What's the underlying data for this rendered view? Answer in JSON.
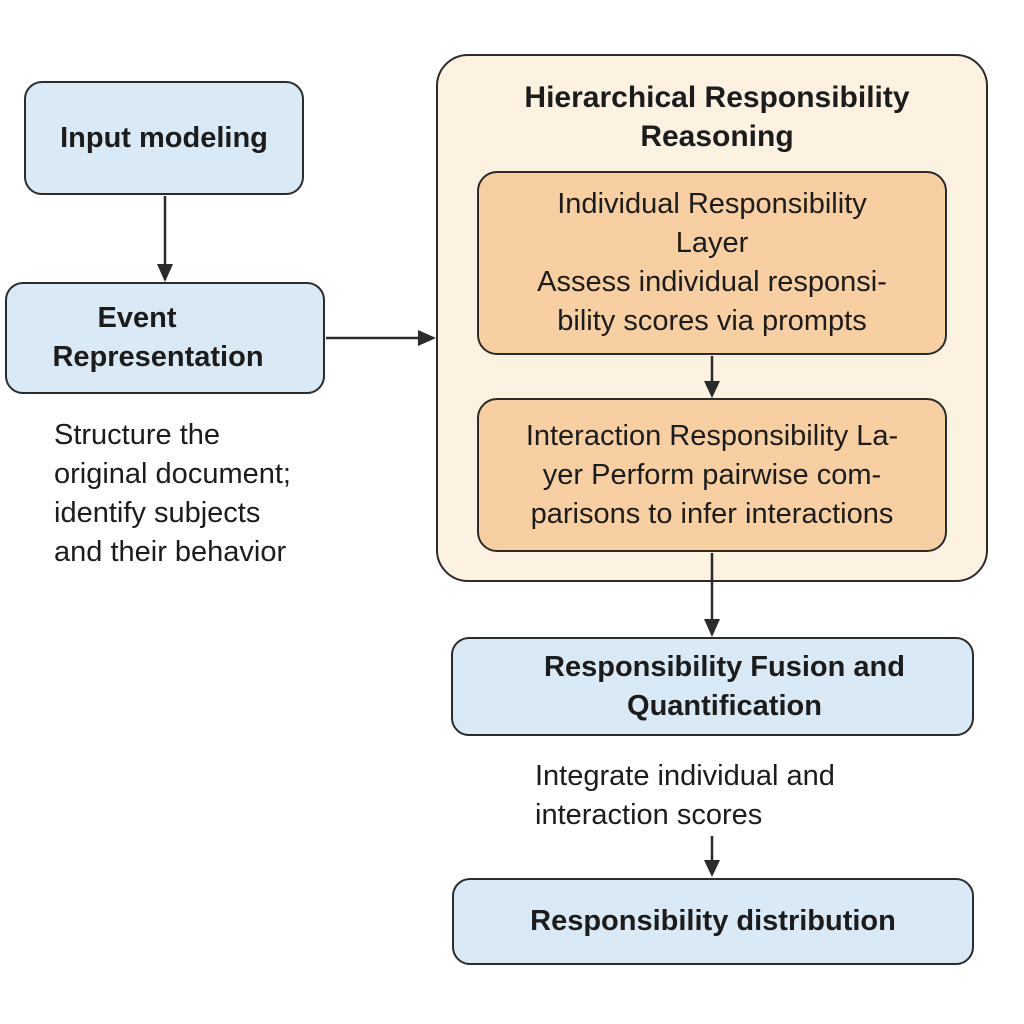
{
  "nodes": {
    "input_modeling": "Input modeling",
    "event_representation": [
      "Event",
      "Representation"
    ],
    "event_caption": [
      "Structure the",
      "original document;",
      "identify subjects",
      "and their behavior"
    ],
    "hierarchical_title": [
      "Hierarchical Responsibility",
      "Reasoning"
    ],
    "individual_layer": [
      "Individual Responsibility",
      "Layer",
      "Assess individual responsi-",
      "bility scores via prompts"
    ],
    "interaction_layer": [
      "Interaction Responsibility La-",
      "yer Perform pairwise com-",
      "parisons to infer interactions"
    ],
    "fusion": [
      "Responsibility Fusion and",
      "Quantification"
    ],
    "fusion_caption": [
      "Integrate individual and",
      "interaction scores"
    ],
    "distribution": "Responsibility distribution"
  },
  "colors": {
    "blue_fill": "#d9e9f6",
    "orange_fill": "#f8cfa3",
    "panel_fill": "#fdf1e1",
    "stroke": "#2b2b2b"
  }
}
